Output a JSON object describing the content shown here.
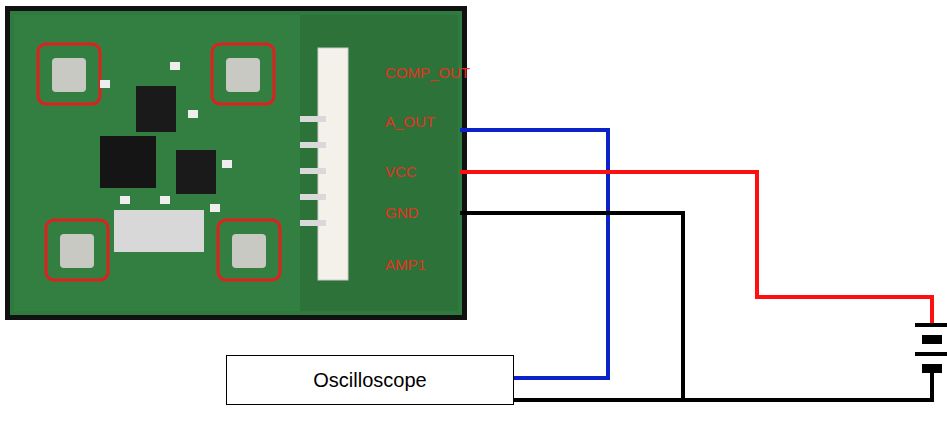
{
  "diagram": {
    "nodes": [
      {
        "text": [
          "Oscilloscope"
        ]
      }
    ],
    "labels": [
      "COMP_OUT",
      "A_OUT",
      "VCC",
      "GND",
      "AMP1"
    ]
  }
}
